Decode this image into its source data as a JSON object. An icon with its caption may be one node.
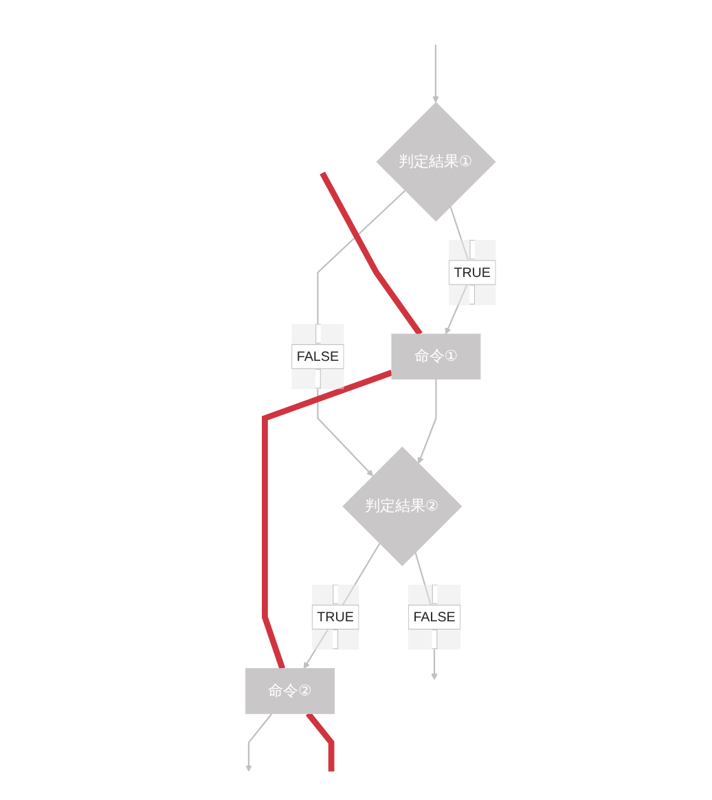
{
  "diagram": {
    "nodes": [
      {
        "text": [
          "判定結果①"
        ]
      },
      {
        "text": [
          "命令①"
        ]
      },
      {
        "text": [
          "判定結果②"
        ]
      },
      {
        "text": [
          "命令②"
        ]
      }
    ],
    "edges": [
      {
        "from": null,
        "to": 0,
        "arrow": "to"
      },
      {
        "from": 0,
        "to": 1,
        "arrow": "to",
        "label": "TRUE"
      },
      {
        "from": 1,
        "to": 2,
        "arrow": "to"
      },
      {
        "from": 0,
        "to": 2,
        "arrow": "to",
        "label": "FALSE"
      },
      {
        "from": 2,
        "to": 3,
        "arrow": "to",
        "label": "TRUE"
      },
      {
        "from": 3,
        "to": null,
        "arrow": "to"
      },
      {
        "from": 2,
        "to": null,
        "arrow": "to",
        "label": "FALSE"
      },
      {
        "from": null,
        "to": 1,
        "arrow": "none",
        "style": "thick",
        "color": "#d0343f"
      },
      {
        "from": 1,
        "to": 3,
        "arrow": "none",
        "style": "thick",
        "color": "#d0343f"
      },
      {
        "from": 3,
        "to": null,
        "arrow": "none",
        "style": "thick",
        "color": "#d0343f"
      }
    ]
  }
}
